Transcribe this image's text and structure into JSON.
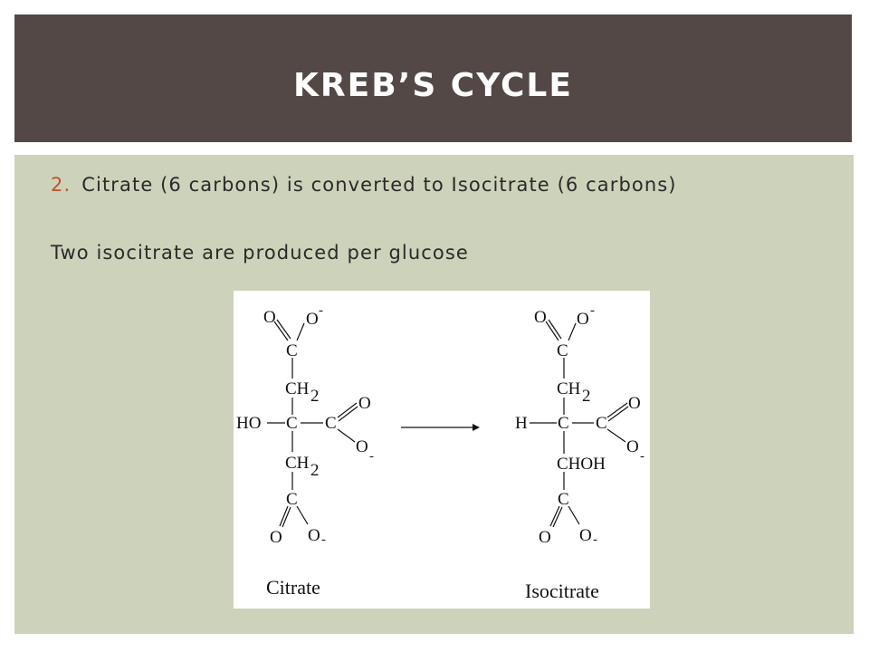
{
  "slide": {
    "title": "KREB’S CYCLE",
    "bullet_number": "2.",
    "bullet_text": "Citrate (6 carbons) is converted to Isocitrate (6 carbons)",
    "note": "Two isocitrate are produced per glucose"
  },
  "diagram": {
    "left_label": "Citrate",
    "right_label": "Isocitrate",
    "atoms": {
      "O": "O",
      "C": "C",
      "H": "H",
      "HO": "HO",
      "CH": "CH",
      "sub2": "2",
      "CHOH": "CHOH",
      "minus": "-"
    }
  },
  "colors": {
    "title_bar": "#534846",
    "content_bg": "#cdd2ba",
    "bullet_number": "#c0522e"
  }
}
